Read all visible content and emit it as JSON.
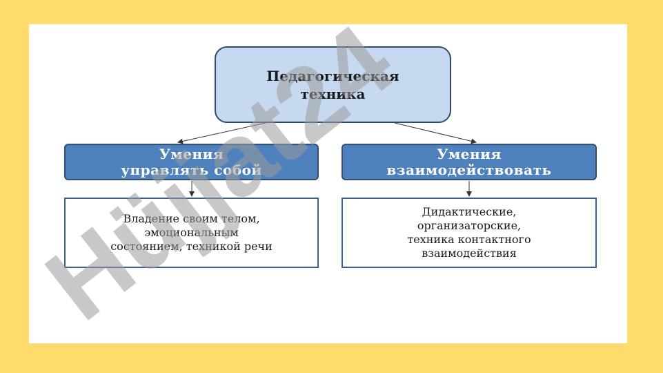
{
  "diagram": {
    "root": {
      "label": "Педагогическая\nтехника"
    },
    "branches": [
      {
        "title": "Умения\nуправлять собой",
        "detail": "Владение своим телом,\nэмоциональным\nсостоянием, техникой речи"
      },
      {
        "title": "Умения\nвзаимодействовать",
        "detail": "Дидактические,\nорганизаторские,\nтехника контактного\nвзаимодействия"
      }
    ]
  },
  "watermark": {
    "text": "Hüjjat24"
  },
  "colors": {
    "page_background": "#ffdb6e",
    "slide_background": "#ffffff",
    "root_fill": "#c6d9f1",
    "skill_fill": "#4f81bd",
    "border_dark": "#2e4a6b"
  }
}
